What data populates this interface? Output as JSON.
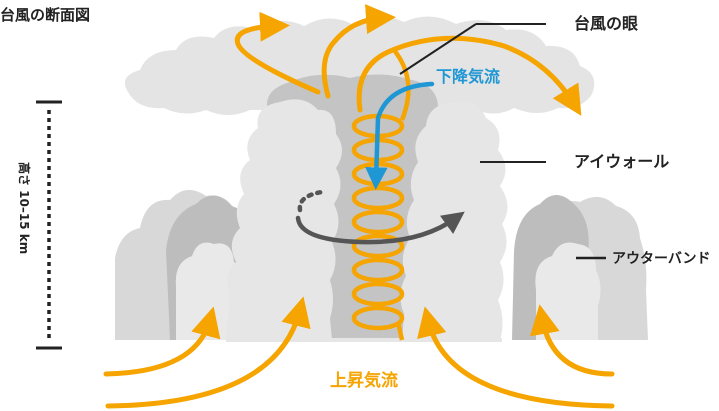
{
  "title": "台風の断面図",
  "labels": {
    "eye": "台風の眼",
    "downdraft": "下降気流",
    "eyewall": "アイウォール",
    "outer_band": "アウターバンド",
    "updraft": "上昇気流",
    "height": "高さ 10–15 km"
  },
  "colors": {
    "orange": "#f5a400",
    "blue": "#1f97d4",
    "arrow_dark": "#555555",
    "cloud_light": "#e8e8e8",
    "cloud_mid": "#d6d6d6",
    "cloud_dark": "#b9b9b9",
    "text": "#222222"
  }
}
